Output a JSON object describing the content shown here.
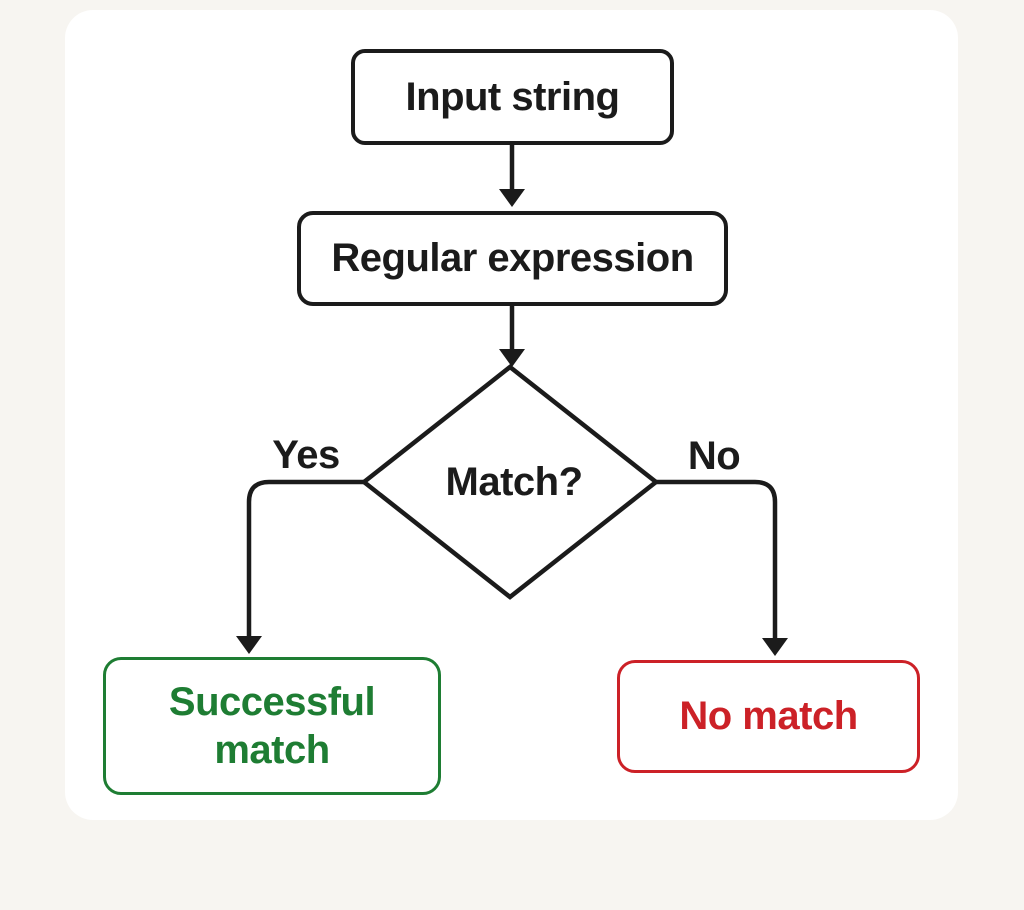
{
  "page": {
    "background_color": "#f7f5f1",
    "card_background_color": "#ffffff"
  },
  "flowchart": {
    "nodes": {
      "input": {
        "label": "Input string",
        "shape": "rounded-rect",
        "color": "#1b1b1b"
      },
      "regex": {
        "label": "Regular expression",
        "shape": "rounded-rect",
        "color": "#1b1b1b"
      },
      "decision": {
        "label": "Match?",
        "shape": "diamond",
        "color": "#1b1b1b"
      },
      "success": {
        "label": "Successful match",
        "shape": "rounded-rect",
        "color": "#1e7d33"
      },
      "failure": {
        "label": "No match",
        "shape": "rounded-rect",
        "color": "#cc2127"
      }
    },
    "edges": [
      {
        "from": "input",
        "to": "regex",
        "label": ""
      },
      {
        "from": "regex",
        "to": "decision",
        "label": ""
      },
      {
        "from": "decision",
        "to": "success",
        "label": "Yes"
      },
      {
        "from": "decision",
        "to": "failure",
        "label": "No"
      }
    ],
    "colors": {
      "line": "#1b1b1b",
      "success": "#1e7d33",
      "failure": "#cc2127"
    }
  }
}
